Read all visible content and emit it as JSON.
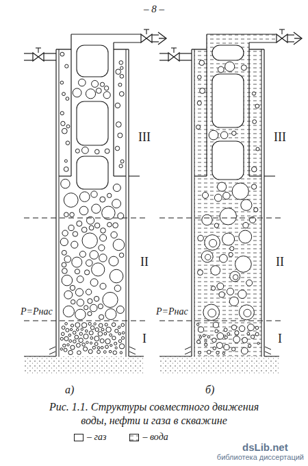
{
  "diagram": {
    "caption": "Рис. 1.1. Структуры совместного движения воды, нефти и газа в скважине",
    "labels": [
      "– 8 –",
      "III",
      "II",
      "P=Pнас",
      "I",
      "а)",
      "III",
      "II",
      "P=Pнас",
      "I",
      "б)",
      "dsLib.net",
      "библиотека диссертаций"
    ],
    "legend": [
      {
        "text": "– газ"
      },
      {
        "text": "– вода"
      }
    ]
  }
}
